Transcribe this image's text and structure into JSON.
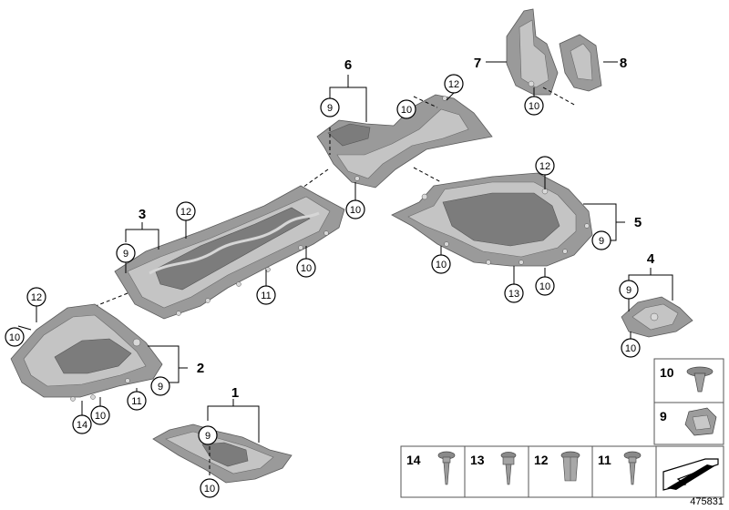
{
  "part_labels": {
    "p1": "1",
    "p2": "2",
    "p3": "3",
    "p4": "4",
    "p5": "5",
    "p6": "6",
    "p7": "7",
    "p8": "8"
  },
  "callouts": {
    "c9": "9",
    "c10": "10",
    "c11": "11",
    "c12": "12",
    "c13": "13",
    "c14": "14"
  },
  "legend": {
    "top": [
      "10",
      "9"
    ],
    "bottom": [
      "14",
      "13",
      "12",
      "11"
    ]
  },
  "document_number": "475831"
}
